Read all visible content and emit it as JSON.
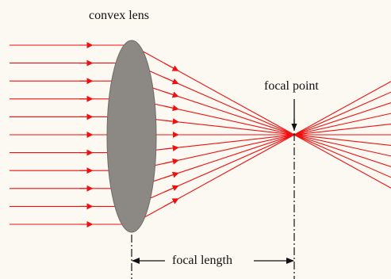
{
  "labels": {
    "lens": "convex lens",
    "focal_point": "focal point",
    "focal_length": "focal length"
  },
  "colors": {
    "background": "#fbf9f2",
    "ray": "#ee1111",
    "lens_fill": "#8c8884",
    "lens_stroke": "#6f6b67",
    "line": "#111111"
  },
  "ray_count": 11
}
